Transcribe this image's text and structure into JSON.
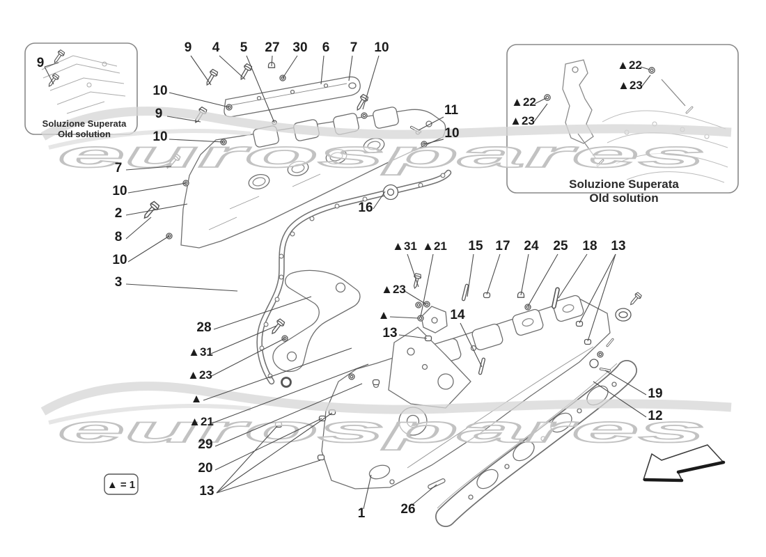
{
  "figure": {
    "title": "engine parts exploded diagram",
    "type": "parts-diagram"
  },
  "watermark": {
    "text": "eurospares",
    "outline_color": "#c2c2c2",
    "fill_color": "rgba(255,255,255,0.55)"
  },
  "legend": {
    "text": "▲ = 1"
  },
  "insets": {
    "top_left": {
      "caption1": "Soluzione Superata",
      "caption2": "Old solution",
      "labels": [
        {
          "t": "9"
        }
      ]
    },
    "top_right": {
      "caption1": "Soluzione Superata",
      "caption2": "Old solution",
      "labels": [
        {
          "t": "▲22"
        },
        {
          "t": "▲23"
        },
        {
          "t": "▲22"
        },
        {
          "t": "▲23"
        }
      ]
    }
  },
  "callouts": [
    {
      "t": "9"
    },
    {
      "t": "4"
    },
    {
      "t": "5"
    },
    {
      "t": "27"
    },
    {
      "t": "30"
    },
    {
      "t": "6"
    },
    {
      "t": "7"
    },
    {
      "t": "10"
    },
    {
      "t": "11"
    },
    {
      "t": "10"
    },
    {
      "t": "10"
    },
    {
      "t": "9"
    },
    {
      "t": "10"
    },
    {
      "t": "7"
    },
    {
      "t": "10"
    },
    {
      "t": "2"
    },
    {
      "t": "8"
    },
    {
      "t": "10"
    },
    {
      "t": "3"
    },
    {
      "t": "16"
    },
    {
      "t": "▲31"
    },
    {
      "t": "▲21"
    },
    {
      "t": "15"
    },
    {
      "t": "17"
    },
    {
      "t": "24"
    },
    {
      "t": "25"
    },
    {
      "t": "18"
    },
    {
      "t": "13"
    },
    {
      "t": "28"
    },
    {
      "t": "▲31"
    },
    {
      "t": "▲23"
    },
    {
      "t": "▲"
    },
    {
      "t": "▲21"
    },
    {
      "t": "29"
    },
    {
      "t": "20"
    },
    {
      "t": "13"
    },
    {
      "t": "▲23"
    },
    {
      "t": "▲"
    },
    {
      "t": "13"
    },
    {
      "t": "14"
    },
    {
      "t": "19"
    },
    {
      "t": "12"
    },
    {
      "t": "1"
    },
    {
      "t": "26"
    }
  ]
}
